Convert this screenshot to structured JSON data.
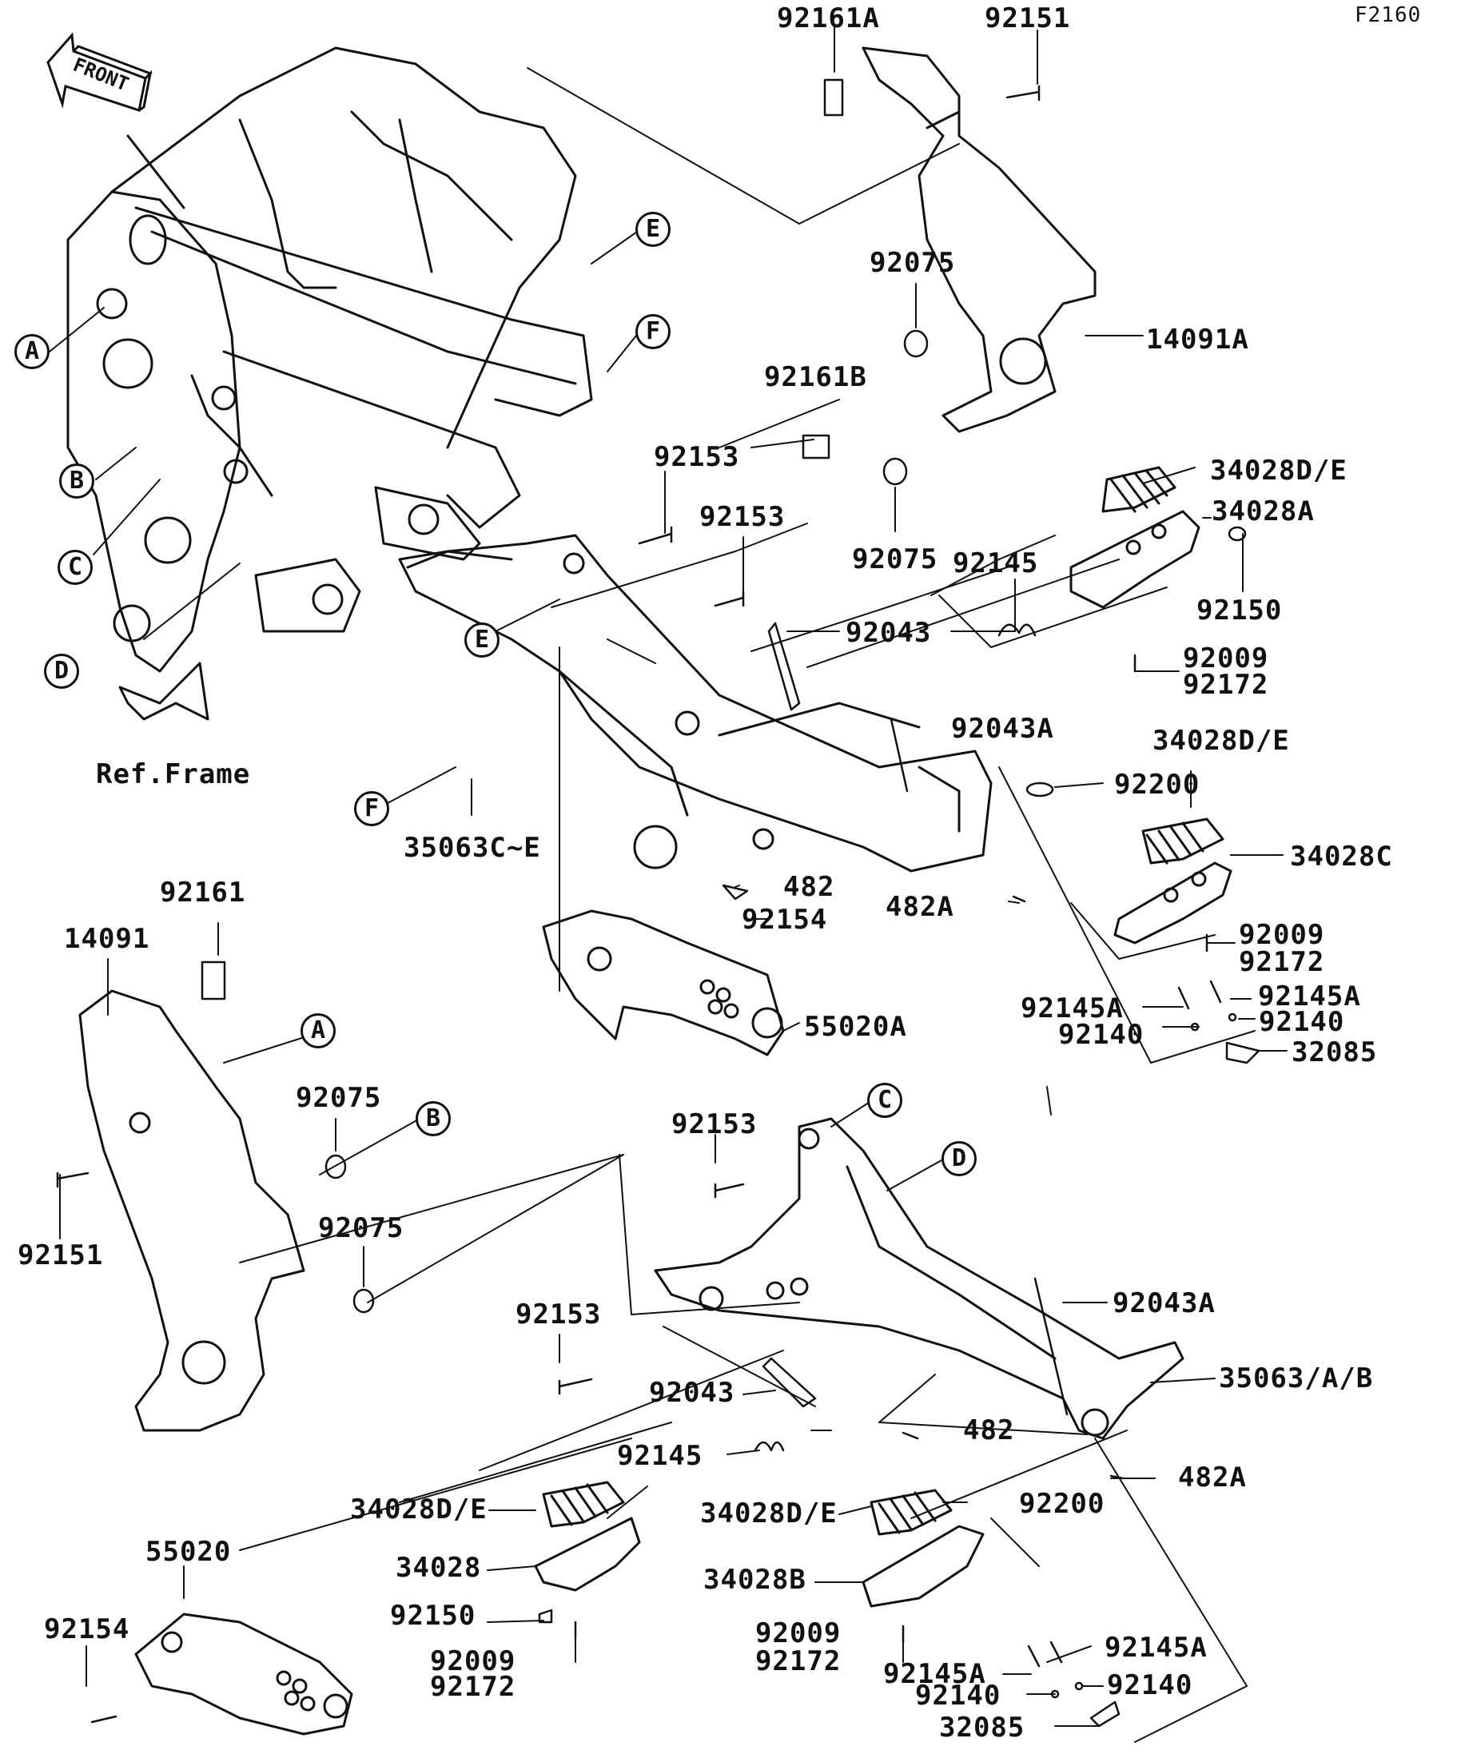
{
  "diagram": {
    "code": "F2160",
    "front_label": "FRONT",
    "ref_frame_label": "Ref.Frame",
    "callouts": [
      "A",
      "B",
      "C",
      "D",
      "E",
      "F"
    ],
    "parts": {
      "p92161A": "92161A",
      "p92151_top": "92151",
      "p92075_a": "92075",
      "p14091A": "14091A",
      "p92161B": "92161B",
      "p92153_a": "92153",
      "p92153_b": "92153",
      "p92075_b": "92075",
      "p92145_a": "92145",
      "p34028DE_a": "34028D/E",
      "p34028A": "34028A",
      "p92150_a": "92150",
      "p92043_a": "92043",
      "p92009_a": "92009",
      "p92172_a": "92172",
      "p92043A_a": "92043A",
      "p34028DE_b": "34028D/E",
      "p92200_a": "92200",
      "p34028C": "34028C",
      "p35063CE": "35063C~E",
      "p482_a": "482",
      "p482A_a": "482A",
      "p92154_a": "92154",
      "p92009_b": "92009",
      "p92172_b": "92172",
      "p92145A_a": "92145A",
      "p92145A_b": "92145A",
      "p92140_a": "92140",
      "p92140_b": "92140",
      "p32085_a": "32085",
      "p55020A": "55020A",
      "p92161": "92161",
      "p14091": "14091",
      "p92075_c": "92075",
      "p92151_b": "92151",
      "p92075_d": "92075",
      "p92153_c": "92153",
      "p92153_d": "92153",
      "p92043A_b": "92043A",
      "p35063AB": "35063/A/B",
      "p92043_b": "92043",
      "p482_b": "482",
      "p92145_b": "92145",
      "p482A_b": "482A",
      "p34028DE_c": "34028D/E",
      "p34028DE_d": "34028D/E",
      "p92200_b": "92200",
      "p34028": "34028",
      "p34028B": "34028B",
      "p92150_b": "92150",
      "p55020": "55020",
      "p92154_b": "92154",
      "p92009_c": "92009",
      "p92172_c": "92172",
      "p92009_d": "92009",
      "p92172_d": "92172",
      "p92145A_c": "92145A",
      "p92145A_d": "92145A",
      "p92140_c": "92140",
      "p92140_d": "92140",
      "p32085_b": "32085"
    }
  }
}
